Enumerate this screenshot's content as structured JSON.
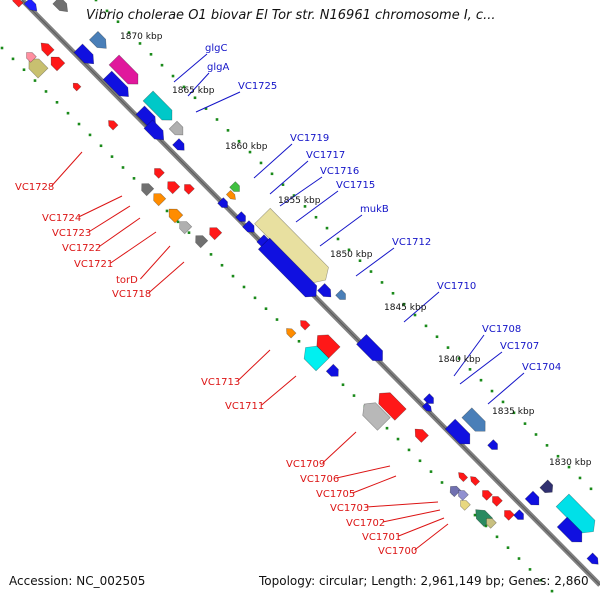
{
  "title": "Vibrio cholerae O1 biovar El Tor str. N16961 chromosome I, c...",
  "footer": {
    "accession": "Accession: NC_002505",
    "topology": "Topology: circular; Length: 2,961,149 bp; Genes: 2,860"
  },
  "colors": {
    "backbone": "#808080",
    "tick": "#1a8a1a",
    "forward_label": "#1414c8",
    "reverse_label": "#dc1414",
    "forward_gene": "#0a14dc",
    "reverse_gene": "#ff1010"
  },
  "kbp_ticks": [
    "1870 kbp",
    "1865 kbp",
    "1860 kbp",
    "1855 kbp",
    "1850 kbp",
    "1845 kbp",
    "1840 kbp",
    "1835 kbp",
    "1830 kbp"
  ],
  "forward_labels": [
    "glgC",
    "glgA",
    "VC1725",
    "VC1719",
    "VC1717",
    "VC1716",
    "VC1715",
    "mukB",
    "VC1712",
    "VC1710",
    "VC1708",
    "VC1707",
    "VC1704"
  ],
  "reverse_labels": [
    "VC1728",
    "VC1724",
    "VC1723",
    "VC1722",
    "VC1721",
    "torD",
    "VC1718",
    "VC1713",
    "VC1711",
    "VC1709",
    "VC1706",
    "VC1705",
    "VC1703",
    "VC1702",
    "VC1701",
    "VC1700"
  ]
}
